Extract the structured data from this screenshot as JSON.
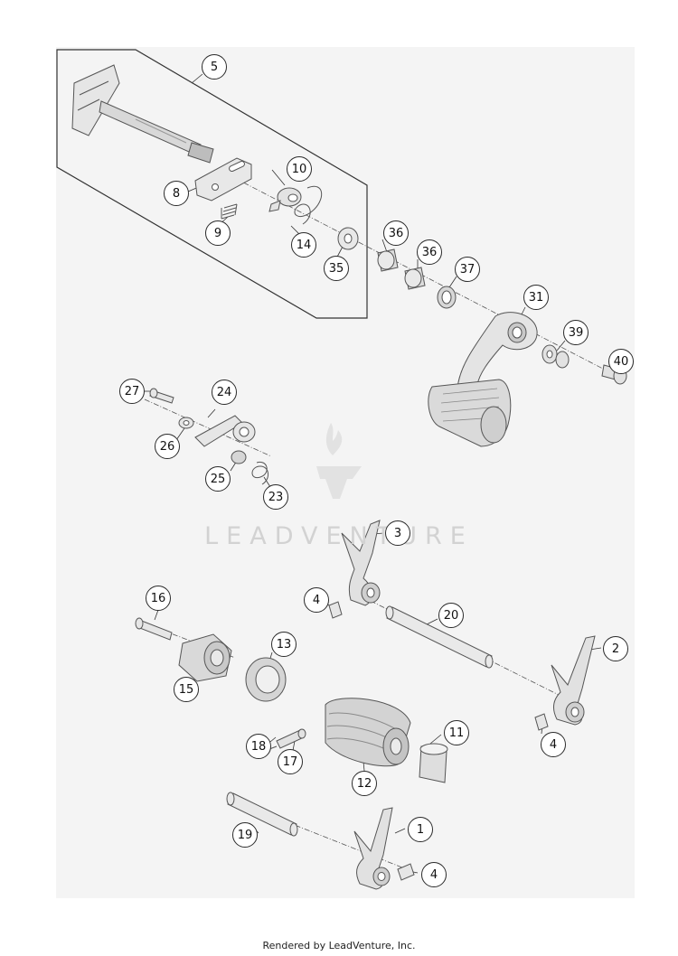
{
  "callouts": [
    "5",
    "10",
    "8",
    "9",
    "14",
    "35",
    "36",
    "36",
    "37",
    "31",
    "39",
    "40",
    "27",
    "24",
    "26",
    "25",
    "23",
    "3",
    "4",
    "20",
    "16",
    "13",
    "15",
    "2",
    "11",
    "18",
    "17",
    "12",
    "4",
    "19",
    "1",
    "4"
  ],
  "watermark": "LEADVENTURE",
  "footer": "Rendered by LeadVenture, Inc."
}
